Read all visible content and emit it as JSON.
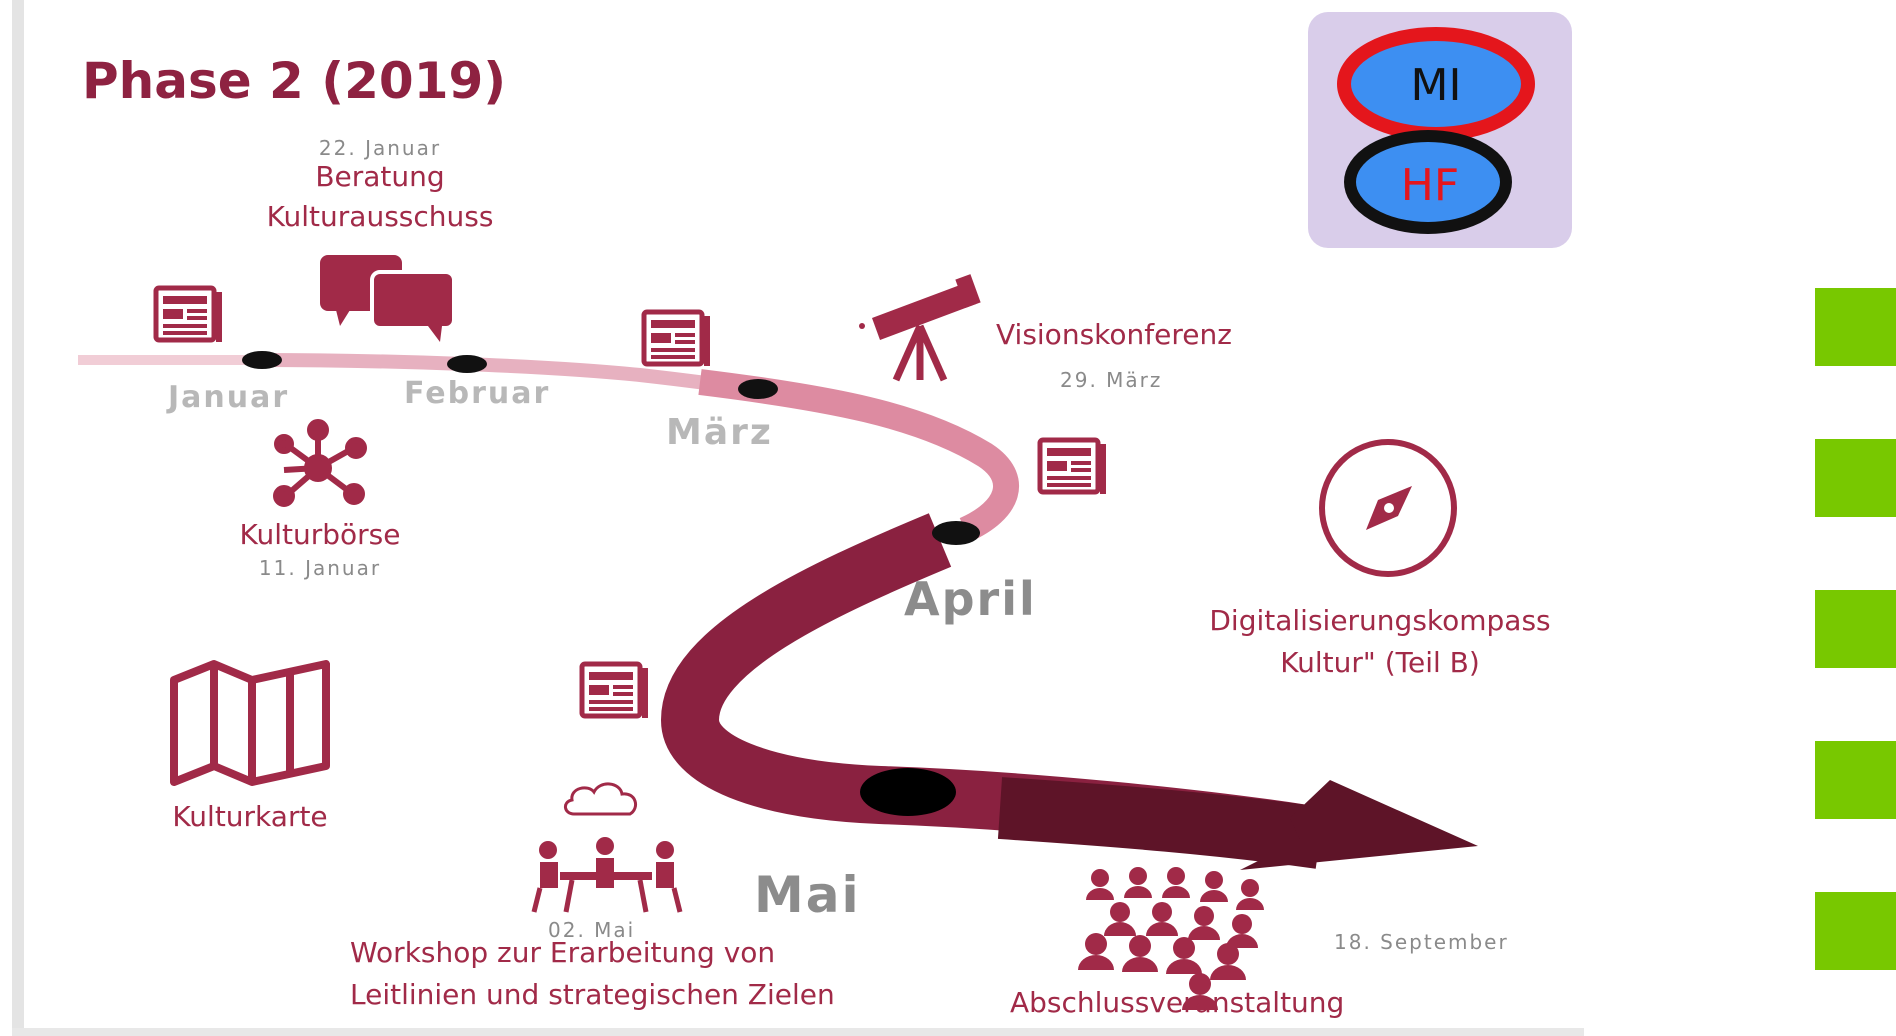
{
  "title": "Phase 2 (2019)",
  "logo": {
    "top_text": "MI",
    "bottom_text": "HF"
  },
  "months": [
    "Januar",
    "Februar",
    "März",
    "April",
    "Mai"
  ],
  "events": {
    "beratung": {
      "date": "22. Januar",
      "line1": "Beratung",
      "line2": "Kulturausschuss",
      "icon": "speech-bubbles-icon"
    },
    "kulturboerse": {
      "label": "Kulturbörse",
      "date": "11. Januar",
      "icon": "network-icon"
    },
    "visionskonferenz": {
      "label": "Visionskonferenz",
      "date": "29. März",
      "icon": "telescope-icon"
    },
    "kompass": {
      "line1": "Digitalisierungskompass",
      "line2": "Kultur\" (Teil B)",
      "icon": "compass-icon"
    },
    "kulturkarte": {
      "label": "Kulturkarte",
      "icon": "map-icon"
    },
    "workshop": {
      "date": "02. Mai",
      "line1": "Workshop zur Erarbeitung von",
      "line2": "Leitlinien und strategischen Zielen",
      "icon": "meeting-icon"
    },
    "abschluss": {
      "date": "18. September",
      "label": "Abschlussveranstaltung",
      "icon": "crowd-icon"
    }
  },
  "colors": {
    "accent": "#9b2442",
    "dark_arrow": "#5e1428",
    "light_road": "#e8b7c4",
    "green": "#78c800"
  }
}
